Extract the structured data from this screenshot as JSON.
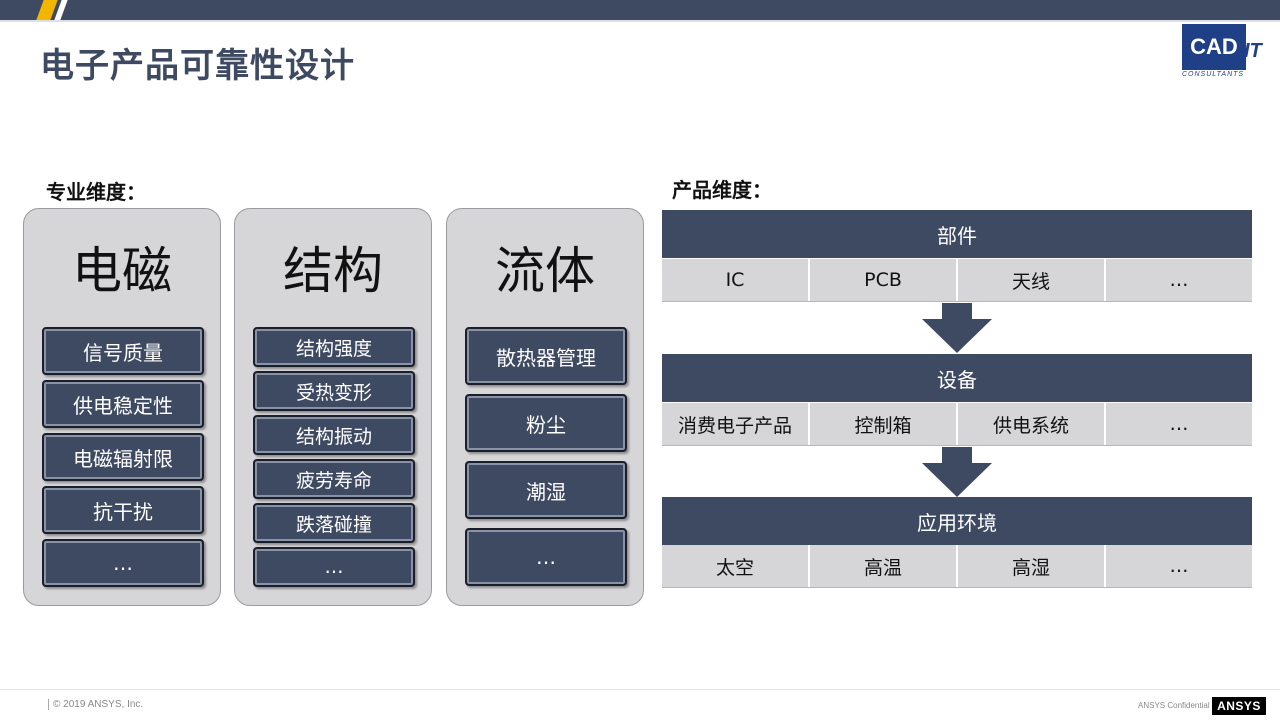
{
  "title": "电子产品可靠性设计",
  "logo": {
    "main": "CAD",
    "suffix": "IT",
    "subtitle": "CONSULTANTS"
  },
  "professional": {
    "label": "专业维度：",
    "columns": [
      {
        "heading": "电磁",
        "items": [
          "信号质量",
          "供电稳定性",
          "电磁辐射限",
          "抗干扰",
          "…"
        ]
      },
      {
        "heading": "结构",
        "items": [
          "结构强度",
          "受热变形",
          "结构振动",
          "疲劳寿命",
          "跌落碰撞",
          "…"
        ]
      },
      {
        "heading": "流体",
        "items": [
          "散热器管理",
          "粉尘",
          "潮湿",
          "…"
        ]
      }
    ]
  },
  "product": {
    "label": "产品维度：",
    "levels": [
      {
        "heading": "部件",
        "cells": [
          "IC",
          "PCB",
          "天线",
          "…"
        ]
      },
      {
        "heading": "设备",
        "cells": [
          "消费电子产品",
          "控制箱",
          "供电系统",
          "…"
        ]
      },
      {
        "heading": "应用环境",
        "cells": [
          "太空",
          "高温",
          "高湿",
          "…"
        ]
      }
    ]
  },
  "footer": {
    "copyright": "© 2019 ANSYS, Inc.",
    "confidential": "ANSYS Confidential",
    "brand": "ANSYS"
  },
  "colors": {
    "primary": "#3e4a61",
    "panel": "#d6d6d9",
    "accent": "#f2b500"
  }
}
